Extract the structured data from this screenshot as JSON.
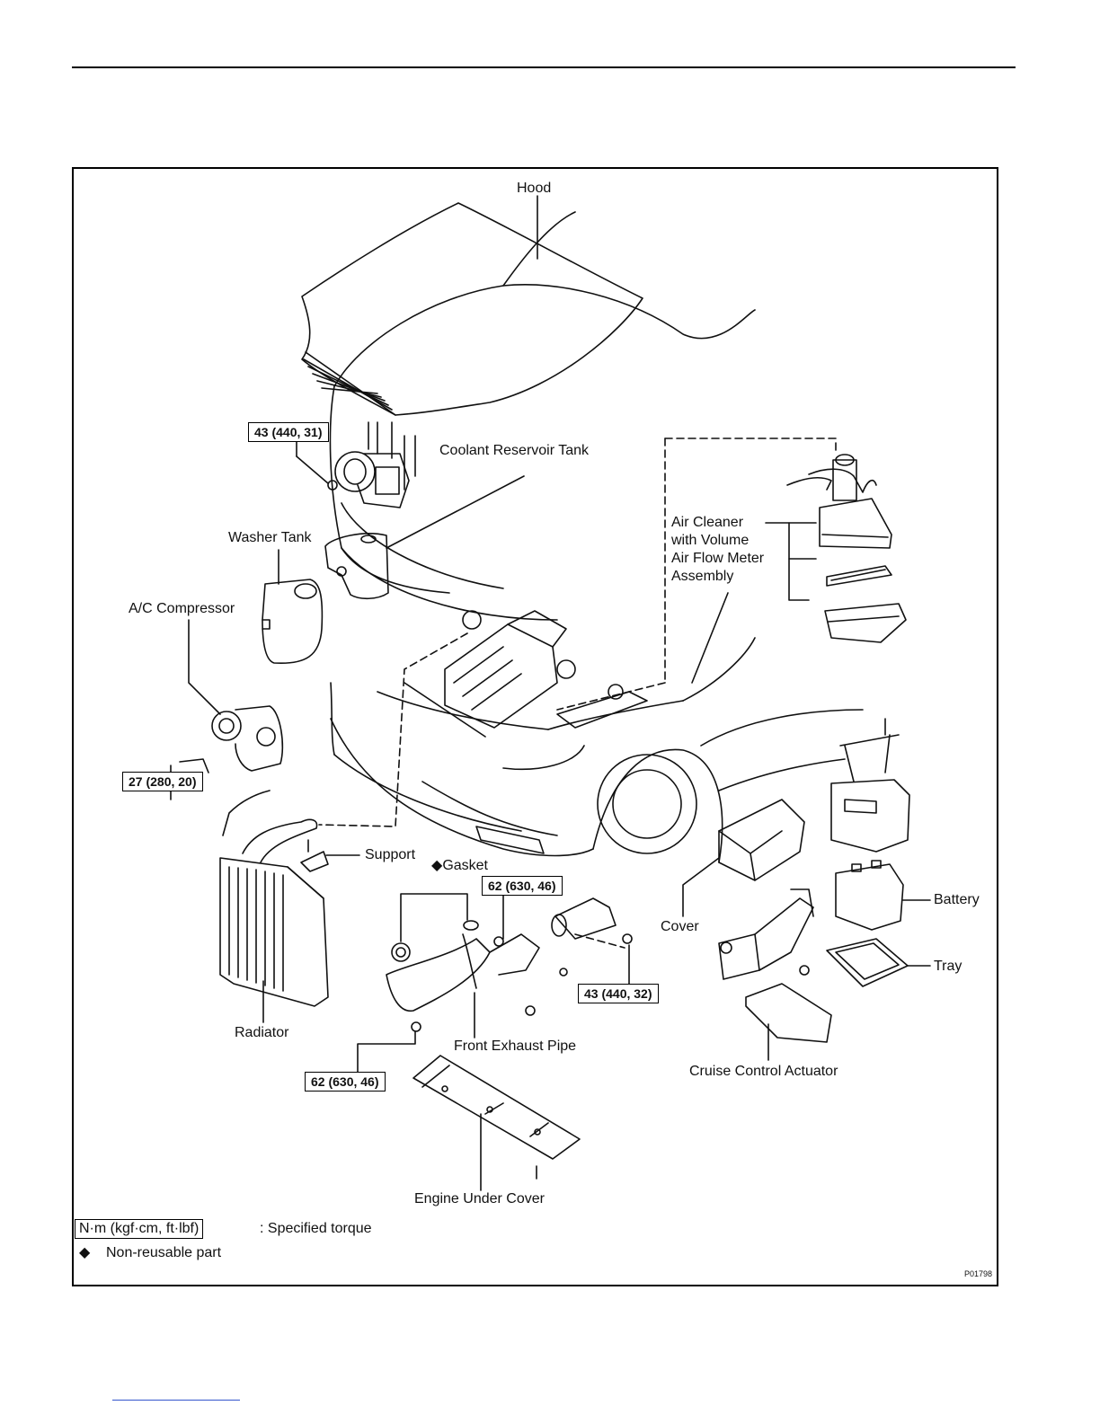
{
  "labels": {
    "hood": "Hood",
    "coolant_reservoir_tank": "Coolant Reservoir Tank",
    "washer_tank": "Washer Tank",
    "ac_compressor": "A/C Compressor",
    "air_cleaner": [
      "Air Cleaner",
      "with Volume",
      "Air Flow Meter",
      "Assembly"
    ],
    "support": "Support",
    "gasket": "Gasket",
    "radiator": "Radiator",
    "front_exhaust_pipe": "Front Exhaust Pipe",
    "cover": "Cover",
    "battery": "Battery",
    "tray": "Tray",
    "cruise_control_actuator": "Cruise Control Actuator",
    "engine_under_cover": "Engine Under Cover"
  },
  "torques": {
    "t1": "43 (440, 31)",
    "t2": "27 (280, 20)",
    "t3": "62 (630, 46)",
    "t4": "43 (440, 32)",
    "t5": "62 (630, 46)"
  },
  "legend": {
    "torque_unit": "N·m (kgf·cm, ft·lbf)",
    "torque_desc": ": Specified torque",
    "nonreusable_symbol": "◆",
    "nonreusable_desc": "Non-reusable part"
  },
  "figure_id": "P01798"
}
